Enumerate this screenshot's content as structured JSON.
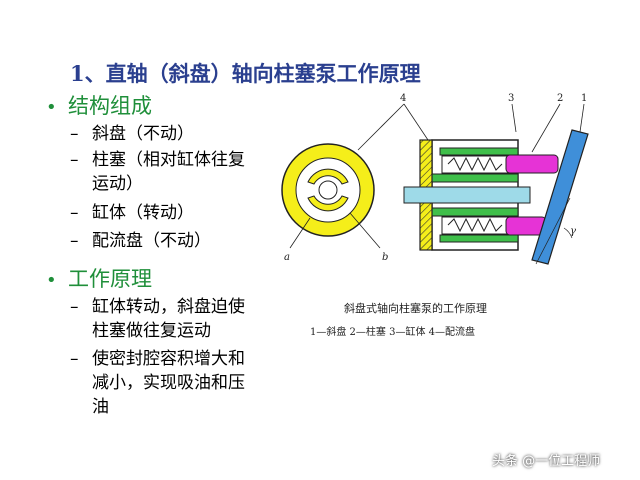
{
  "title": "1、直轴（斜盘）轴向柱塞泵工作原理",
  "sections": [
    {
      "heading": "结构组成",
      "items": [
        {
          "lines": [
            "斜盘（不动）"
          ]
        },
        {
          "lines": [
            "柱塞（相对缸体往复",
            "运动）"
          ]
        },
        {
          "lines": [
            "缸体（转动）"
          ]
        },
        {
          "lines": [
            "配流盘（不动）"
          ]
        }
      ]
    },
    {
      "heading": "工作原理",
      "items": [
        {
          "lines": [
            "缸体转动，斜盘迫使",
            "柱塞做往复运动"
          ]
        },
        {
          "lines": [
            "使密封腔容积增大和",
            "减小，实现吸油和压",
            "油"
          ]
        }
      ]
    }
  ],
  "figure": {
    "caption": "斜盘式轴向柱塞泵的工作原理",
    "legend": "1—斜盘  2—柱塞  3—缸体  4—配流盘",
    "part_labels": {
      "n1": "1",
      "n2": "2",
      "n3": "3",
      "n4": "4",
      "a": "a",
      "b": "b",
      "gamma": "γ"
    },
    "colors": {
      "disc": "#f5ee1a",
      "plunger": "#e633d6",
      "swashplate": "#3f8fd9",
      "shaft": "#9edae8"
    }
  },
  "watermark": "头条 @一位工程师"
}
